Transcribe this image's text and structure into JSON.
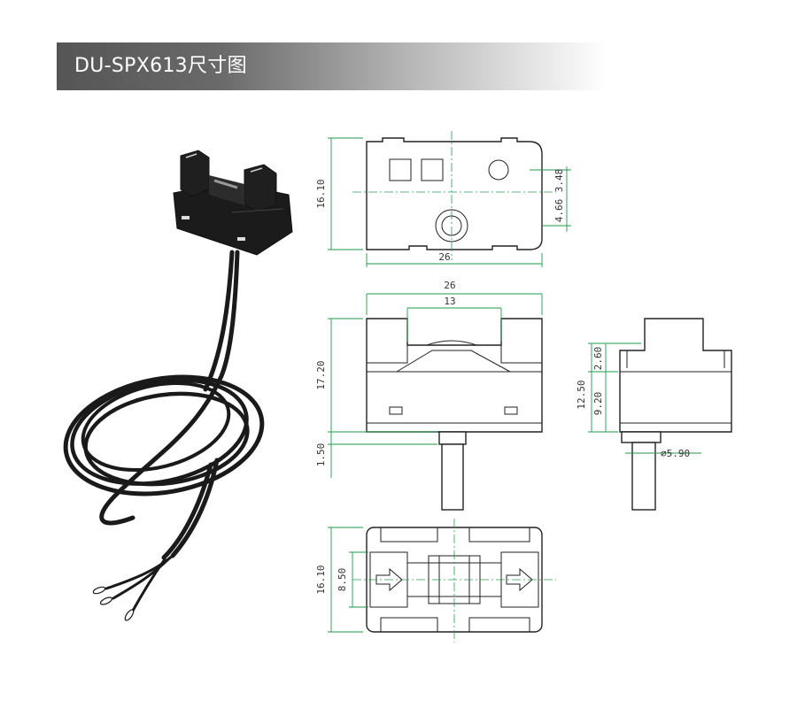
{
  "header": {
    "title": "DU-SPX613尺寸图"
  },
  "colors": {
    "header_bg": "#5a5a5a",
    "dimension_line": "#1f9a4a",
    "outline": "#222222"
  },
  "product_photo": {
    "name": "DU-SPX613 sensor with cable"
  },
  "views": {
    "top": {
      "height": "16.10",
      "width": "26",
      "offset_upper": "3.48",
      "offset_lower": "4.66"
    },
    "front": {
      "overall_width": "26",
      "slot_width": "13",
      "height": "17.20",
      "base": "1.50"
    },
    "side": {
      "total_height": "12.50",
      "upper": "2.60",
      "lower": "9.20",
      "diameter": "∅5.90"
    },
    "bottom": {
      "height": "16.10",
      "inner": "8.50"
    }
  }
}
